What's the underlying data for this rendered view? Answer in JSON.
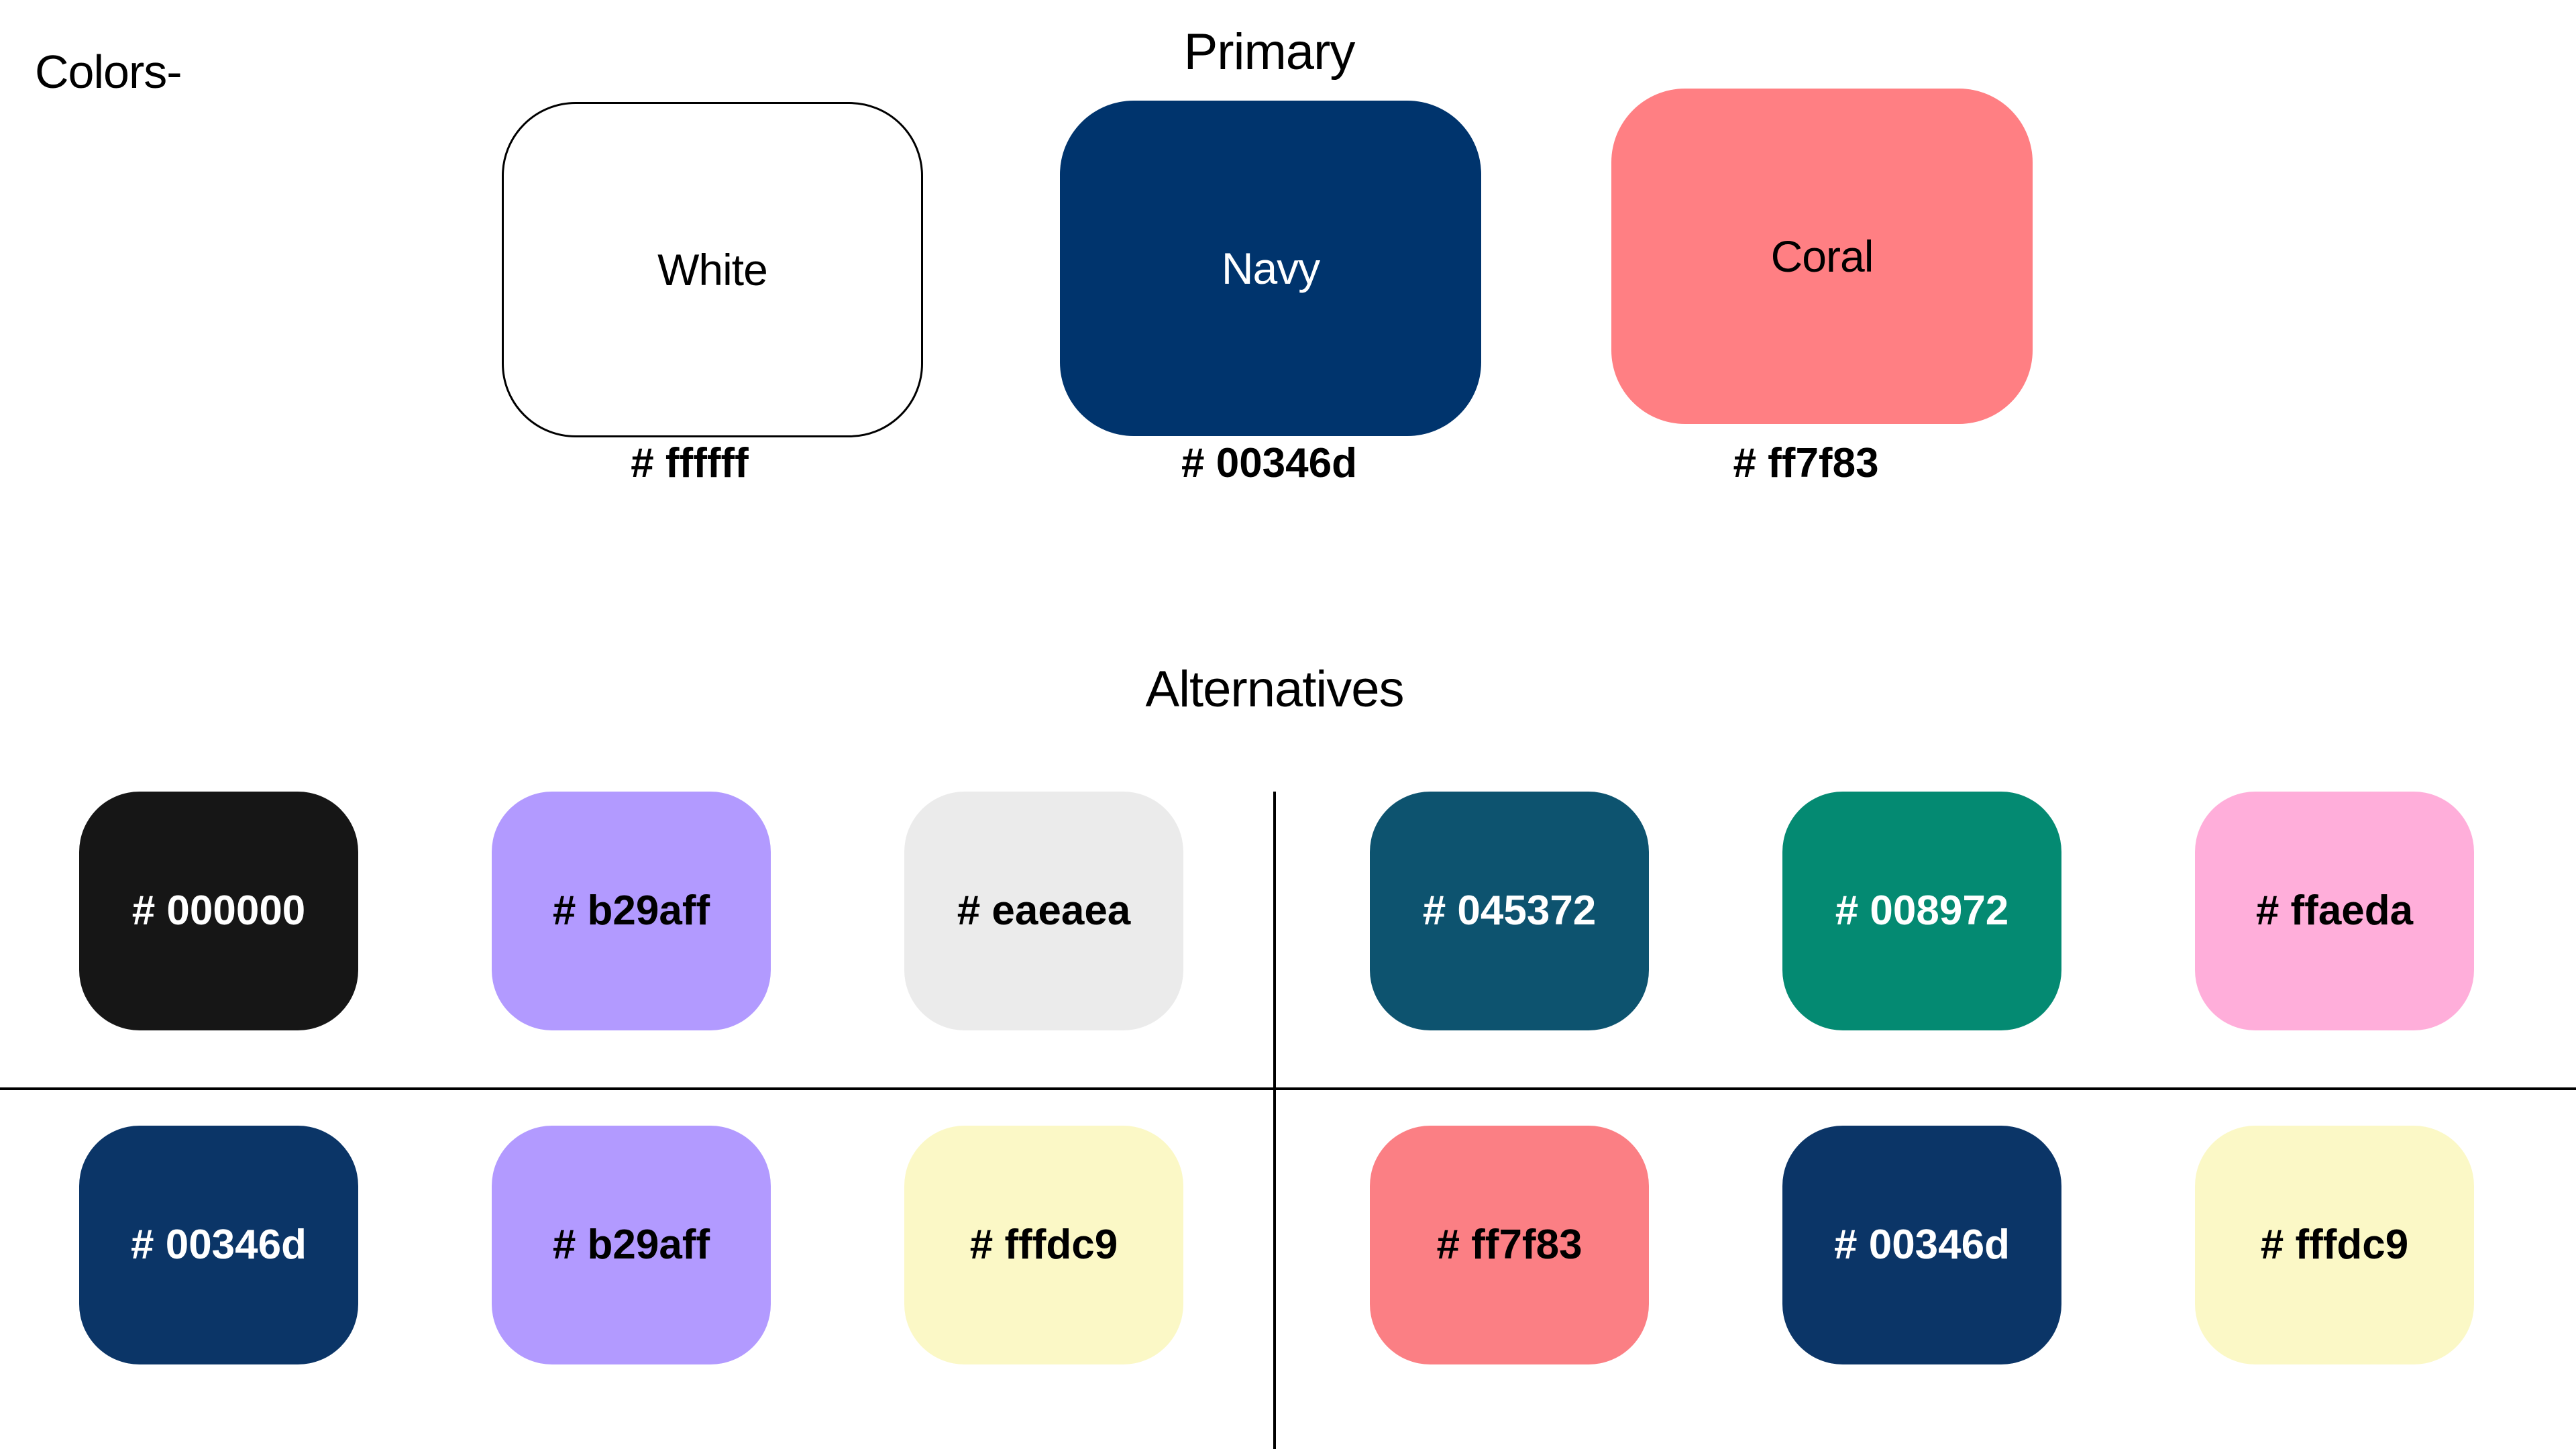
{
  "page": {
    "section_label": "Colors-",
    "background": "#ffffff",
    "text_color": "#000000",
    "divider_color": "#000000"
  },
  "primary": {
    "heading": "Primary",
    "swatches": [
      {
        "name": "White",
        "hex": "# ffffff",
        "fill": "#ffffff",
        "label_color": "#000000",
        "bordered": true
      },
      {
        "name": "Navy",
        "hex": "# 00346d",
        "fill": "#00346d",
        "label_color": "#ffffff",
        "bordered": false
      },
      {
        "name": "Coral",
        "hex": "# ff7f83",
        "fill": "#ff7f83",
        "label_color": "#000000",
        "bordered": false
      }
    ]
  },
  "alternatives": {
    "heading": "Alternatives",
    "quadrants": {
      "top_left": [
        {
          "hex": "# 000000",
          "fill": "#161616",
          "label_color": "#ffffff"
        },
        {
          "hex": "# b29aff",
          "fill": "#b29aff",
          "label_color": "#000000"
        },
        {
          "hex": "# eaeaea",
          "fill": "#ebebeb",
          "label_color": "#000000"
        }
      ],
      "top_right": [
        {
          "hex": "# 045372",
          "fill": "#0d536f",
          "label_color": "#ffffff"
        },
        {
          "hex": "# 008972",
          "fill": "#048a72",
          "label_color": "#ffffff"
        },
        {
          "hex": "# ffaeda",
          "fill": "#ffaeda",
          "label_color": "#000000"
        }
      ],
      "bottom_left": [
        {
          "hex": "# 00346d",
          "fill": "#0b3567",
          "label_color": "#ffffff"
        },
        {
          "hex": "# b29aff",
          "fill": "#b29aff",
          "label_color": "#000000"
        },
        {
          "hex": "# fffdc9",
          "fill": "#fbf8c6",
          "label_color": "#000000"
        }
      ],
      "bottom_right": [
        {
          "hex": "# ff7f83",
          "fill": "#fb7f84",
          "label_color": "#000000"
        },
        {
          "hex": "# 00346d",
          "fill": "#0b3567",
          "label_color": "#ffffff"
        },
        {
          "hex": "# fffdc9",
          "fill": "#fbf8c6",
          "label_color": "#000000"
        }
      ]
    }
  }
}
